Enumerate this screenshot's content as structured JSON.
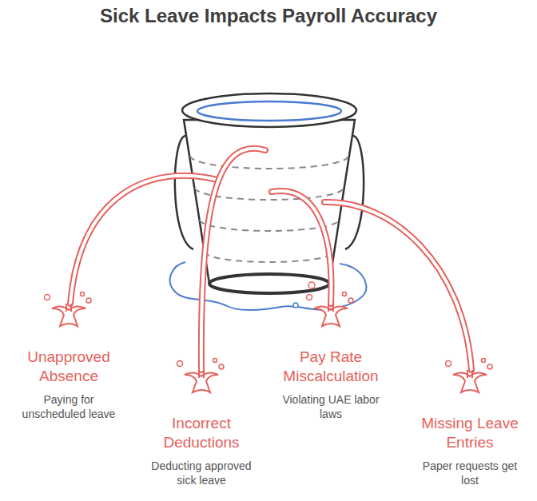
{
  "diagram": {
    "title": "Sick Leave Impacts Payroll Accuracy",
    "nodes": [
      {
        "text": [
          "Unapproved Absence",
          "Paying for unscheduled leave"
        ]
      },
      {
        "text": [
          "Incorrect Deductions",
          "Deducting approved sick leave"
        ]
      },
      {
        "text": [
          "Pay Rate Miscalculation",
          "Violating UAE labor laws"
        ]
      },
      {
        "text": [
          "Missing Leave Entries",
          "Paper requests get lost"
        ]
      }
    ]
  }
}
